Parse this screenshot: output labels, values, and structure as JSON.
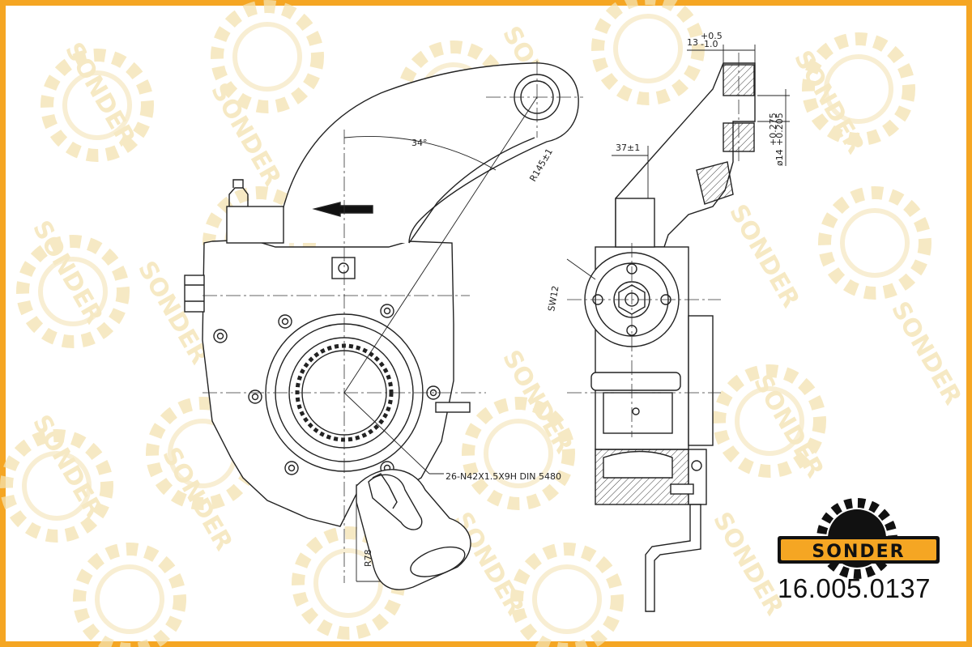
{
  "brand": {
    "name": "SONDER",
    "part_number": "16.005.0137",
    "accent_color": "#f5a623",
    "logo_color": "#111111",
    "watermark_text": "SONDER",
    "watermark_color": "#f3e2b0"
  },
  "drawing": {
    "dims": {
      "angle": "34°",
      "radius_long": "R145±1",
      "radius_short": "R78",
      "spline": "26-N42X1.5X9H DIN 5480",
      "wrench": "SW12",
      "offset": "37±1",
      "width": "13",
      "width_tol_upper": "+0.5",
      "width_tol_lower": "-1.0",
      "bore": "ø14",
      "bore_tol_upper": "+0.275",
      "bore_tol_lower": "+0.205"
    }
  }
}
